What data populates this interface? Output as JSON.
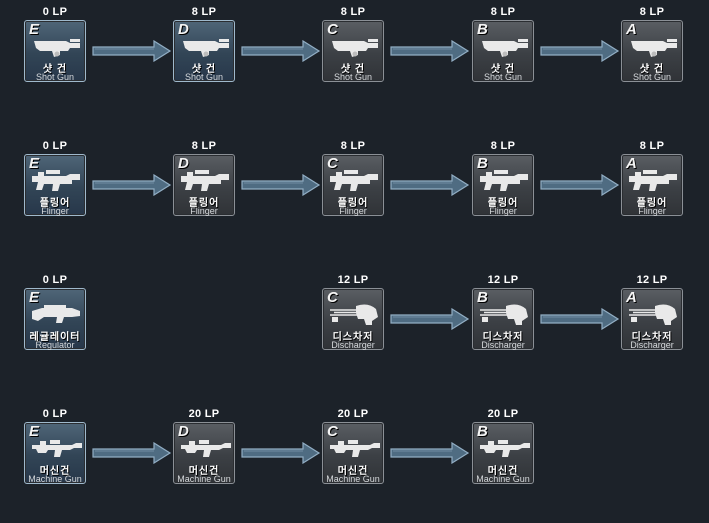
{
  "colors": {
    "background": "#1c2229",
    "arrow_fill": "#4f6c82",
    "arrow_stroke": "#92aec4",
    "card_active": "#324556",
    "card_locked": "#3c4045"
  },
  "rows": [
    {
      "weapon_icon": "shotgun-icon",
      "tiers": [
        {
          "grade": "E",
          "lp": "0 LP",
          "name_ko": "샷 건",
          "name_en": "Shot Gun",
          "active": true
        },
        {
          "grade": "D",
          "lp": "8 LP",
          "name_ko": "샷 건",
          "name_en": "Shot Gun",
          "active": true
        },
        {
          "grade": "C",
          "lp": "8 LP",
          "name_ko": "샷 건",
          "name_en": "Shot Gun",
          "active": false
        },
        {
          "grade": "B",
          "lp": "8 LP",
          "name_ko": "샷 건",
          "name_en": "Shot Gun",
          "active": false
        },
        {
          "grade": "A",
          "lp": "8 LP",
          "name_ko": "샷 건",
          "name_en": "Shot Gun",
          "active": false
        }
      ]
    },
    {
      "weapon_icon": "flinger-icon",
      "tiers": [
        {
          "grade": "E",
          "lp": "0 LP",
          "name_ko": "플링어",
          "name_en": "Flinger",
          "active": true
        },
        {
          "grade": "D",
          "lp": "8 LP",
          "name_ko": "플링어",
          "name_en": "Flinger",
          "active": false
        },
        {
          "grade": "C",
          "lp": "8 LP",
          "name_ko": "플링어",
          "name_en": "Flinger",
          "active": false
        },
        {
          "grade": "B",
          "lp": "8 LP",
          "name_ko": "플링어",
          "name_en": "Flinger",
          "active": false
        },
        {
          "grade": "A",
          "lp": "8 LP",
          "name_ko": "플링어",
          "name_en": "Flinger",
          "active": false
        }
      ]
    },
    {
      "weapon_icon": "regulator-icon",
      "tiers": [
        {
          "grade": "E",
          "lp": "0 LP",
          "name_ko": "레귤레이터",
          "name_en": "Regulator",
          "active": true
        },
        null,
        {
          "grade": "C",
          "lp": "12 LP",
          "name_ko": "디스차저",
          "name_en": "Discharger",
          "active": false,
          "weapon_icon": "discharger-icon"
        },
        {
          "grade": "B",
          "lp": "12 LP",
          "name_ko": "디스차저",
          "name_en": "Discharger",
          "active": false,
          "weapon_icon": "discharger-icon"
        },
        {
          "grade": "A",
          "lp": "12 LP",
          "name_ko": "디스차저",
          "name_en": "Discharger",
          "active": false,
          "weapon_icon": "discharger-icon"
        }
      ]
    },
    {
      "weapon_icon": "machine-gun-icon",
      "tiers": [
        {
          "grade": "E",
          "lp": "0 LP",
          "name_ko": "머신건",
          "name_en": "Machine Gun",
          "active": true
        },
        {
          "grade": "D",
          "lp": "20 LP",
          "name_ko": "머신건",
          "name_en": "Machine Gun",
          "active": false
        },
        {
          "grade": "C",
          "lp": "20 LP",
          "name_ko": "머신건",
          "name_en": "Machine Gun",
          "active": false
        },
        {
          "grade": "B",
          "lp": "20 LP",
          "name_ko": "머신건",
          "name_en": "Machine Gun",
          "active": false
        },
        null
      ]
    }
  ],
  "arrows": [
    [
      true,
      true,
      true,
      true
    ],
    [
      true,
      true,
      true,
      true
    ],
    [
      false,
      false,
      true,
      true
    ],
    [
      true,
      true,
      true,
      false
    ]
  ]
}
